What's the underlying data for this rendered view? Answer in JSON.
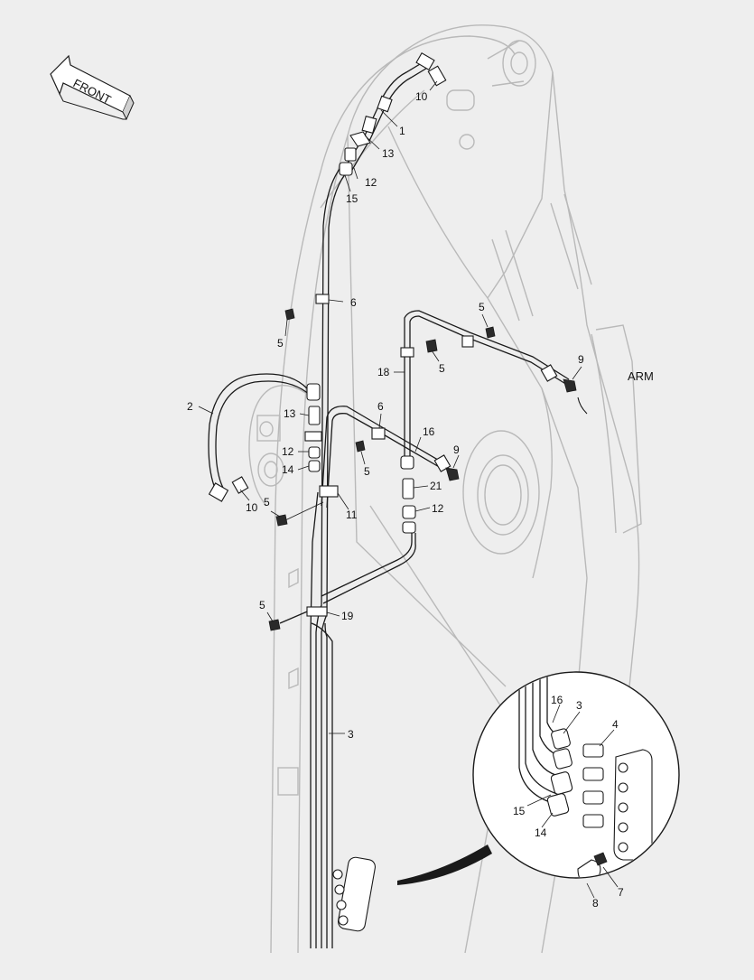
{
  "direction": {
    "label": "FRONT"
  },
  "component": {
    "label": "ARM"
  },
  "callouts": {
    "c1": "1",
    "c10a": "10",
    "c13a": "13",
    "c12a": "12",
    "c15a": "15",
    "c6a": "6",
    "c5a": "5",
    "c2": "2",
    "c13b": "13",
    "c12b": "12",
    "c14a": "14",
    "c5b": "5",
    "c10b": "10",
    "c11": "11",
    "c5c": "5",
    "c18": "18",
    "c5d": "5",
    "c9a": "9",
    "c6b": "6",
    "c16a": "16",
    "c5e": "5",
    "c9b": "9",
    "c21": "21",
    "c12c": "12",
    "c5f": "5",
    "c19": "19",
    "c3a": "3",
    "d16": "16",
    "d3": "3",
    "d4": "4",
    "d15": "15",
    "d14": "14",
    "d7": "7",
    "d8": "8"
  }
}
